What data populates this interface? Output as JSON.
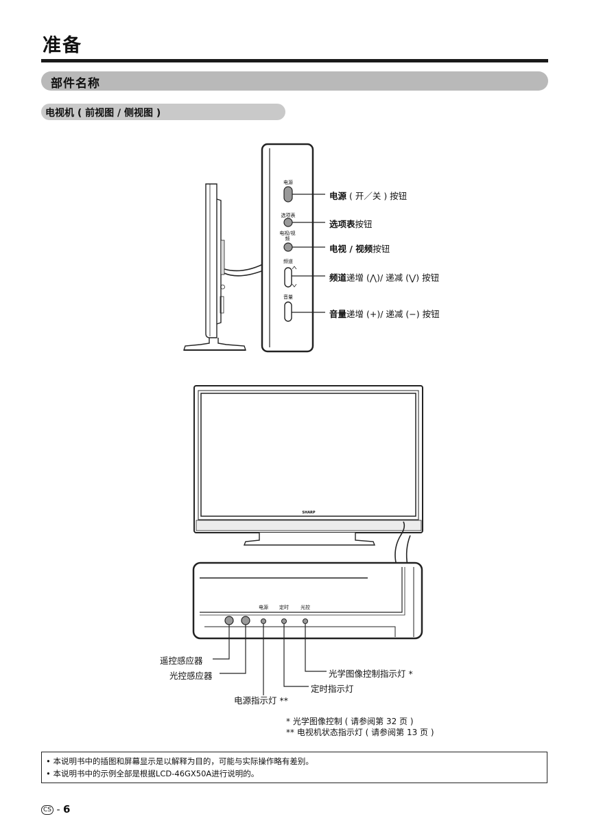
{
  "page_title": "准备",
  "section_title": "部件名称",
  "subsection_title": "电视机 ( 前视图 / 侧视图 )",
  "side_panel": {
    "buttons": [
      {
        "small_label": "电源",
        "bold": "电源",
        "text": " ( 开／关 ) 按钮"
      },
      {
        "small_label": "选项表",
        "bold": "选项表",
        "text": "按钮"
      },
      {
        "small_label": "电视/视频",
        "bold": "电视 / 视频",
        "text": "按钮"
      },
      {
        "small_label": "频道",
        "bold": "频道",
        "text": "递增 (⋀)/ 递减 (⋁) 按钮"
      },
      {
        "small_label": "音量",
        "bold": "音量",
        "text": "递增 (+)/ 递减 (−) 按钮"
      }
    ]
  },
  "front_panel": {
    "brand": "SHARP",
    "small_labels": [
      "电源",
      "定时",
      "光控"
    ],
    "callouts": {
      "remote_sensor": "遥控感应器",
      "light_sensor": "光控感应器",
      "power_indicator": "电源指示灯 **",
      "timer_indicator": "定时指示灯",
      "optical_indicator": "光学图像控制指示灯 *"
    }
  },
  "footnotes": [
    "* 光学图像控制 ( 请参阅第 32 页 )",
    "** 电视机状态指示灯 ( 请参阅第 13 页 )"
  ],
  "notes": [
    "•  本说明书中的插图和屏幕显示是以解释为目的，可能与实际操作略有差别。",
    "•  本说明书中的示例全部是根据LCD-46GX50A进行说明的。"
  ],
  "page_number": {
    "prefix": "CS",
    "number": "6"
  }
}
